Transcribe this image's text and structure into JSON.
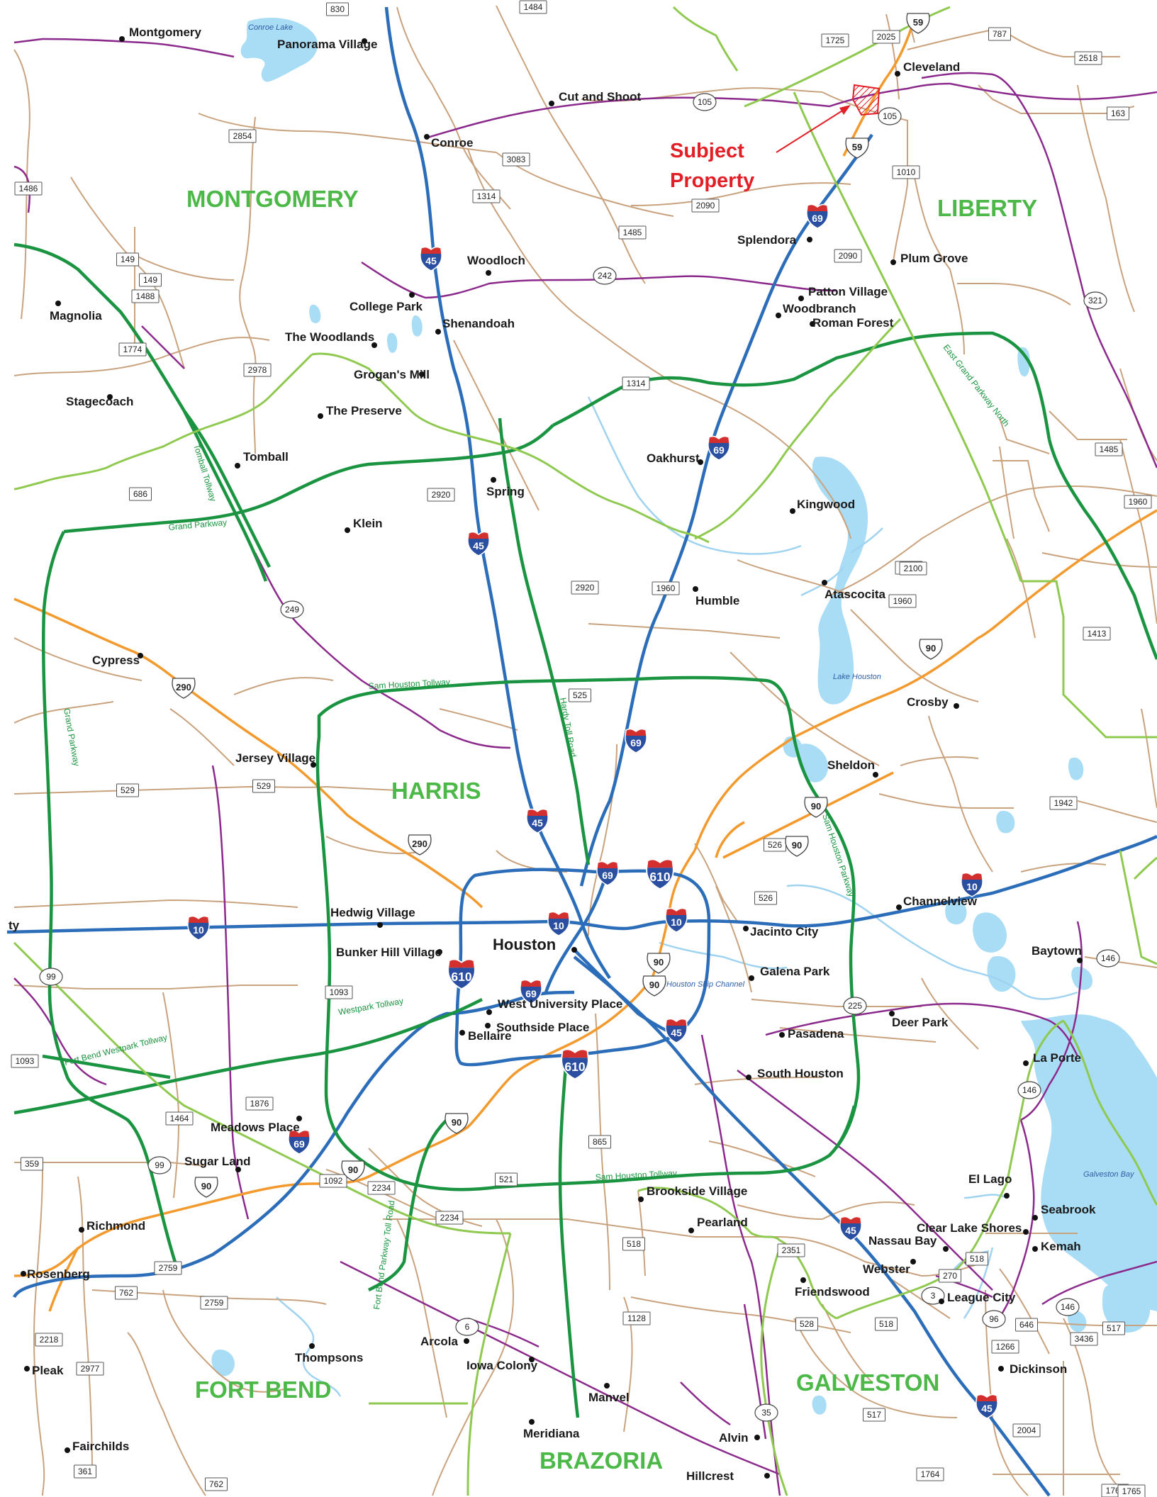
{
  "counties": [
    {
      "name": "MONTGOMERY"
    },
    {
      "name": "LIBERTY"
    },
    {
      "name": "HARRIS"
    },
    {
      "name": "FORT BEND"
    },
    {
      "name": "GALVESTON"
    },
    {
      "name": "BRAZORIA"
    }
  ],
  "subject": {
    "line1": "Subject",
    "line2": "Property",
    "color": "#e21f26"
  },
  "cities": [
    {
      "name": "Montgomery"
    },
    {
      "name": "Panorama Village"
    },
    {
      "name": "Conroe"
    },
    {
      "name": "Cut and Shoot"
    },
    {
      "name": "Cleveland"
    },
    {
      "name": "Splendora"
    },
    {
      "name": "Plum Grove"
    },
    {
      "name": "Patton Village"
    },
    {
      "name": "Woodbranch"
    },
    {
      "name": "Roman Forest"
    },
    {
      "name": "Woodloch"
    },
    {
      "name": "College Park"
    },
    {
      "name": "Shenandoah"
    },
    {
      "name": "The Woodlands"
    },
    {
      "name": "Magnolia"
    },
    {
      "name": "Grogan's Mill"
    },
    {
      "name": "Stagecoach"
    },
    {
      "name": "The Preserve"
    },
    {
      "name": "Tomball"
    },
    {
      "name": "Oakhurst"
    },
    {
      "name": "Spring"
    },
    {
      "name": "Kingwood"
    },
    {
      "name": "Klein"
    },
    {
      "name": "Humble"
    },
    {
      "name": "Atascocita"
    },
    {
      "name": "Cypress"
    },
    {
      "name": "Crosby"
    },
    {
      "name": "Jersey Village"
    },
    {
      "name": "Sheldon"
    },
    {
      "name": "Hedwig Village"
    },
    {
      "name": "Channelview"
    },
    {
      "name": "Jacinto City"
    },
    {
      "name": "Bunker Hill Village"
    },
    {
      "name": "Houston"
    },
    {
      "name": "Galena Park"
    },
    {
      "name": "Baytown"
    },
    {
      "name": "West University Place"
    },
    {
      "name": "Southside Place"
    },
    {
      "name": "Bellaire"
    },
    {
      "name": "Pasadena"
    },
    {
      "name": "Deer Park"
    },
    {
      "name": "La Porte"
    },
    {
      "name": "South Houston"
    },
    {
      "name": "Meadows Place"
    },
    {
      "name": "Sugar Land"
    },
    {
      "name": "Richmond"
    },
    {
      "name": "Brookside Village"
    },
    {
      "name": "Pearland"
    },
    {
      "name": "El Lago"
    },
    {
      "name": "Seabrook"
    },
    {
      "name": "Clear Lake Shores"
    },
    {
      "name": "Nassau Bay"
    },
    {
      "name": "Kemah"
    },
    {
      "name": "Rosenberg"
    },
    {
      "name": "Webster"
    },
    {
      "name": "Friendswood"
    },
    {
      "name": "League City"
    },
    {
      "name": "Thompsons"
    },
    {
      "name": "Arcola"
    },
    {
      "name": "Iowa Colony"
    },
    {
      "name": "Pleak"
    },
    {
      "name": "Manvel"
    },
    {
      "name": "Dickinson"
    },
    {
      "name": "Meridiana"
    },
    {
      "name": "Fairchilds"
    },
    {
      "name": "Alvin"
    },
    {
      "name": "Hillcrest"
    },
    {
      "name": "ty"
    }
  ],
  "water_labels": [
    "Conroe Lake",
    "Lake Houston",
    "Houston Ship Channel",
    "Galveston Bay"
  ],
  "toll_labels": [
    "Tomball Tollway",
    "Grand Parkway",
    "Sam Houston Tollway",
    "Hardy Toll Road",
    "East Grand Parkway North",
    "Grand Parkway",
    "Sam Houston Parkway",
    "Westpark Tollway",
    "Fort Bend Westpark Tollway",
    "Sam Houston Tollway",
    "Fort Bend Parkway Toll Road"
  ],
  "fm_shields": [
    "830",
    "1484",
    "1725",
    "2025",
    "787",
    "2518",
    "2854",
    "3083",
    "1314",
    "1486",
    "2090",
    "1485",
    "163",
    "1010",
    "149",
    "1488",
    "149",
    "2090",
    "1774",
    "2978",
    "1314",
    "1485",
    "686",
    "2920",
    "2920",
    "1960",
    "1960",
    "1960",
    "2100",
    "1413",
    "1960",
    "525",
    "529",
    "529",
    "1942",
    "526",
    "526",
    "1093",
    "1093",
    "1876",
    "1464",
    "359",
    "1092",
    "2234",
    "865",
    "2234",
    "521",
    "518",
    "2351",
    "270",
    "518",
    "2759",
    "762",
    "2759",
    "2218",
    "2977",
    "1128",
    "528",
    "518",
    "646",
    "3436",
    "1266",
    "517",
    "517",
    "2004",
    "1764",
    "1764",
    "1765",
    "361",
    "762"
  ],
  "state_shields": [
    "105",
    "105",
    "242",
    "321",
    "249",
    "99",
    "99",
    "225",
    "146",
    "146",
    "146",
    "6",
    "3",
    "96",
    "35"
  ],
  "us_shields": [
    "59",
    "59",
    "290",
    "290",
    "90",
    "90",
    "90",
    "90",
    "90",
    "90",
    "90",
    "90"
  ],
  "interstate_shields": [
    "45",
    "69",
    "69",
    "45",
    "69",
    "45",
    "69",
    "610",
    "10",
    "10",
    "10",
    "610",
    "69",
    "45",
    "610",
    "69",
    "45",
    "45",
    "10"
  ]
}
